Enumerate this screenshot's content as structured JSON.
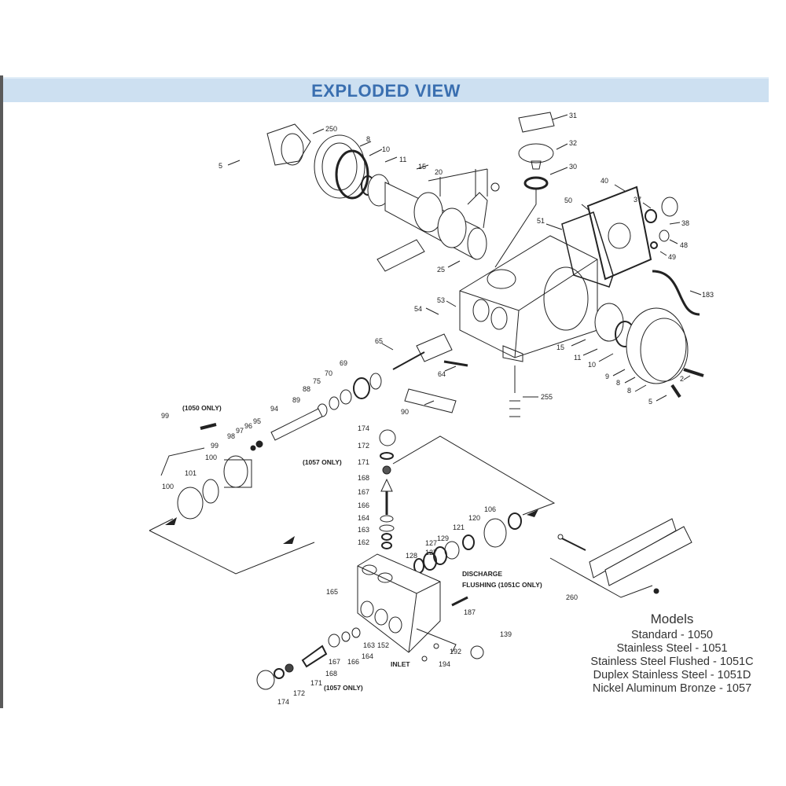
{
  "header": {
    "title": "EXPLODED VIEW"
  },
  "colors": {
    "header_bg": "#cde0f1",
    "header_text": "#3a6fb0",
    "frame": "#5a5a5a",
    "line": "#222222"
  },
  "diagram": {
    "labels": {
      "l250a": "250",
      "l5a": "5",
      "l8a": "8",
      "l10a": "10",
      "l11a": "11",
      "l15a": "15",
      "l20": "20",
      "l25": "25",
      "l31": "31",
      "l32": "32",
      "l30": "30",
      "l40": "40",
      "l50": "50",
      "l51": "51",
      "l37": "37",
      "l38": "38",
      "l48": "48",
      "l49": "49",
      "l183": "183",
      "l53": "53",
      "l54": "54",
      "l65": "65",
      "l64": "64",
      "l90": "90",
      "l255": "255",
      "l15b": "15",
      "l11b": "11",
      "l10b": "10",
      "l9": "9",
      "l8b": "8",
      "l8c": "8",
      "l5b": "5",
      "l2": "2",
      "l69": "69",
      "l70": "70",
      "l75": "75",
      "l88": "88",
      "l89": "89",
      "l94": "94",
      "l95": "95",
      "l96": "96",
      "l97": "97",
      "l98": "98",
      "l99": "99",
      "l99b": "99",
      "l100": "100",
      "l101": "101",
      "l100b": "100",
      "note1050": "(1050 ONLY)",
      "l174a": "174",
      "l172a": "172",
      "note1057a": "(1057 ONLY)",
      "l171a": "171",
      "l168a": "168",
      "l167a": "167",
      "l166a": "166",
      "l164a": "164",
      "l163a": "163",
      "l162a": "162",
      "l106": "106",
      "l120": "120",
      "l121": "121",
      "l129": "129",
      "l127a": "127",
      "l127b": "127",
      "l128": "128",
      "discharge": "DISCHARGE",
      "flushing": "FLUSHING (1051C ONLY)",
      "l165": "165",
      "l187": "187",
      "l139": "139",
      "l192": "192",
      "l194": "194",
      "inlet": "INLET",
      "l163b": "163",
      "l152": "152",
      "l164b": "164",
      "l166b": "166",
      "l167b": "167",
      "l168b": "168",
      "l171b": "171",
      "note1057b": "(1057 ONLY)",
      "l172b": "172",
      "l174b": "174",
      "l260": "260"
    }
  },
  "models": {
    "title": "Models",
    "items": [
      "Standard - 1050",
      "Stainless Steel - 1051",
      "Stainless Steel Flushed - 1051C",
      "Duplex Stainless Steel - 1051D",
      "Nickel Aluminum Bronze - 1057"
    ]
  }
}
